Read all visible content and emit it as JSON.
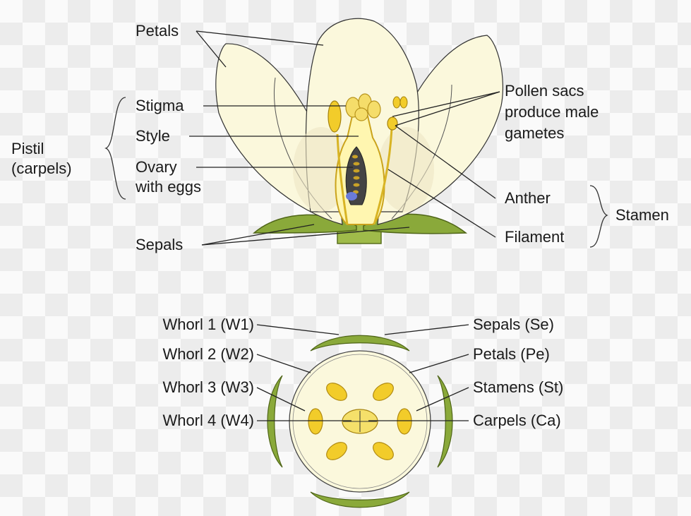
{
  "top_diagram": {
    "labels": {
      "petals": "Petals",
      "stigma": "Stigma",
      "style": "Style",
      "ovary_line1": "Ovary",
      "ovary_line2": "with eggs",
      "pistil_line1": "Pistil",
      "pistil_line2": "(carpels)",
      "sepals": "Sepals",
      "pollen_line1": "Pollen sacs",
      "pollen_line2": "produce male",
      "pollen_line3": "gametes",
      "anther": "Anther",
      "filament": "Filament",
      "stamen": "Stamen"
    }
  },
  "bottom_diagram": {
    "whorls": [
      {
        "left": "Whorl 1 (W1)",
        "right": "Sepals (Se)"
      },
      {
        "left": "Whorl 2 (W2)",
        "right": "Petals (Pe)"
      },
      {
        "left": "Whorl 3 (W3)",
        "right": "Stamens (St)"
      },
      {
        "left": "Whorl 4 (W4)",
        "right": "Carpels (Ca)"
      }
    ]
  },
  "colors": {
    "petal_fill": "#fbf8dc",
    "sepal_fill": "#8aa93a",
    "yellow_fill": "#f2cc2a",
    "line": "#333333"
  }
}
